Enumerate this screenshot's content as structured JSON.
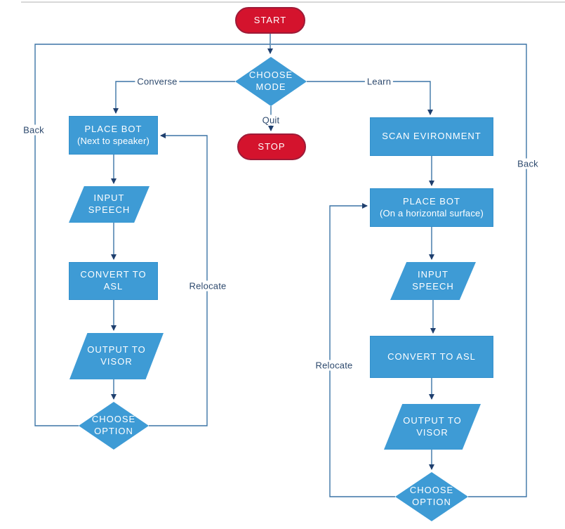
{
  "colors": {
    "process_fill": "#3E9BD5",
    "process_border": "#3390CC",
    "terminator_fill": "#D4132D",
    "terminator_border": "#9E1B38",
    "connector": "#3C74A6",
    "connector_dark": "#1F3F6E",
    "label_text": "#2E4A6E",
    "canvas_bg": "#FFFFFF",
    "page_edge": "#D8D8D8"
  },
  "nodes": {
    "start": {
      "label": "START"
    },
    "choose_mode": {
      "label": "CHOOSE\nMODE"
    },
    "stop": {
      "label": "STOP"
    },
    "left": {
      "place_bot": {
        "label": "PLACE BOT",
        "sublabel": "(Next to speaker)"
      },
      "input_speech": {
        "label": "INPUT\nSPEECH"
      },
      "convert": {
        "label": "CONVERT TO\nASL"
      },
      "output": {
        "label": "OUTPUT TO\nVISOR"
      },
      "choose_option": {
        "label": "CHOOSE\nOPTION"
      }
    },
    "right": {
      "scan": {
        "label": "SCAN EVIRONMENT"
      },
      "place_bot": {
        "label": "PLACE BOT",
        "sublabel": "(On a horizontal surface)"
      },
      "input_speech": {
        "label": "INPUT\nSPEECH"
      },
      "convert": {
        "label": "CONVERT TO ASL"
      },
      "output": {
        "label": "OUTPUT TO\nVISOR"
      },
      "choose_option": {
        "label": "CHOOSE\nOPTION"
      }
    }
  },
  "edge_labels": {
    "converse": "Converse",
    "learn": "Learn",
    "quit": "Quit",
    "back_left": "Back",
    "back_right": "Back",
    "relocate_left": "Relocate",
    "relocate_right": "Relocate"
  }
}
